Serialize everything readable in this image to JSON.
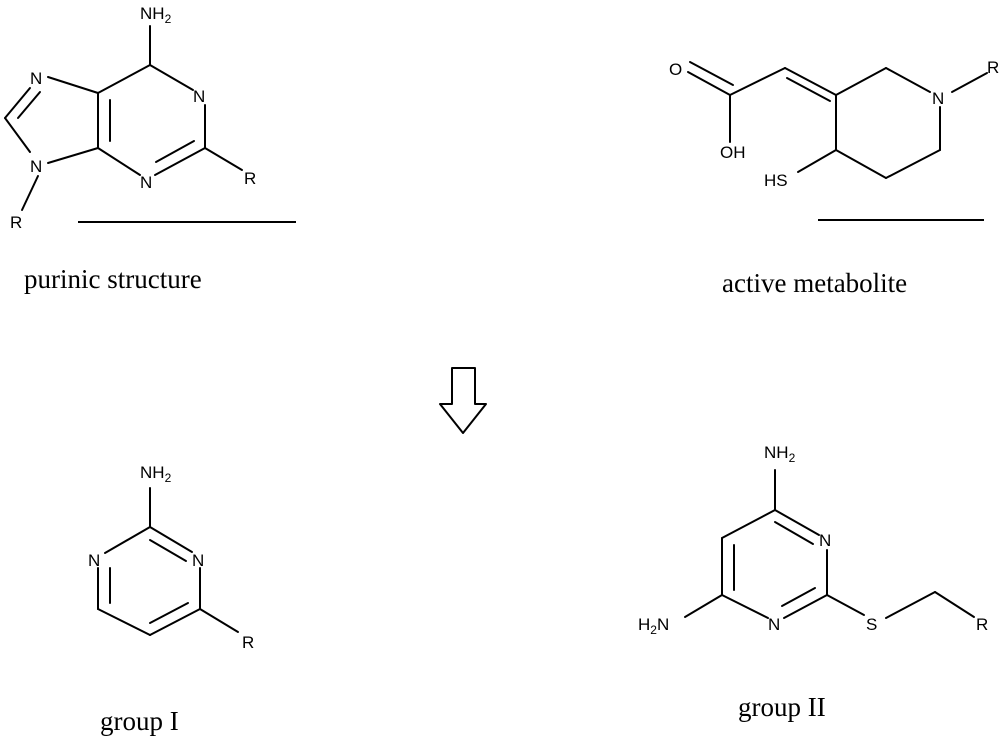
{
  "labels": {
    "purinic_caption": "purinic structure",
    "metabolite_caption": "active metabolite",
    "group1_caption": "group I",
    "group2_caption": "group II"
  },
  "atoms": {
    "nh2": "NH",
    "h2n": "H",
    "h2n_tail": "N",
    "sub2": "2",
    "n": "N",
    "r": "R",
    "o": "O",
    "oh": "OH",
    "hs": "HS",
    "s": "S"
  },
  "icons": {
    "arrow": "hollow-down-arrow-icon"
  }
}
